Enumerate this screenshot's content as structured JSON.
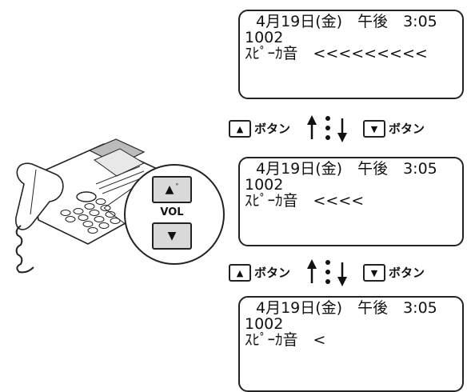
{
  "displays": [
    {
      "line1": "4月19日(金)　午後　3:05",
      "line2": "1002",
      "line3": "ｽﾋﾟｰｶ音　<<<<<<<<<"
    },
    {
      "line1": "4月19日(金)　午後　3:05",
      "line2": "1002",
      "line3": "ｽﾋﾟｰｶ音　<<<<"
    },
    {
      "line1": "4月19日(金)　午後　3:05",
      "line2": "1002",
      "line3": "ｽﾋﾟｰｶ音　<"
    }
  ],
  "nav": {
    "up_label": "ボタン",
    "down_label": "ボタン",
    "up_symbol": "▲",
    "down_symbol": "▼"
  },
  "phone": {
    "vol_label": "VOL",
    "up_symbol": "▲",
    "down_symbol": "▼",
    "icon": "desk-phone-icon"
  },
  "colors": {
    "line": "#222222",
    "button_face": "#d9d9d9",
    "background": "#ffffff"
  }
}
